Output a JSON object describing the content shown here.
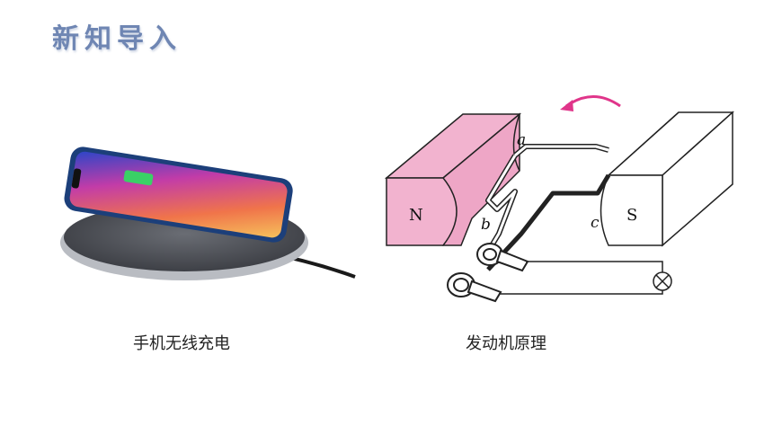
{
  "title": "新知导入",
  "figures": {
    "left": {
      "caption": "手机无线充电"
    },
    "right": {
      "caption": "发动机原理",
      "pole_north": "N",
      "pole_south": "S",
      "label_a": "a",
      "label_b": "b",
      "label_c": "c"
    }
  },
  "colors": {
    "title": "#6f86b3",
    "north_pole": "#f2b3cf",
    "arrow": "#e0358a"
  }
}
